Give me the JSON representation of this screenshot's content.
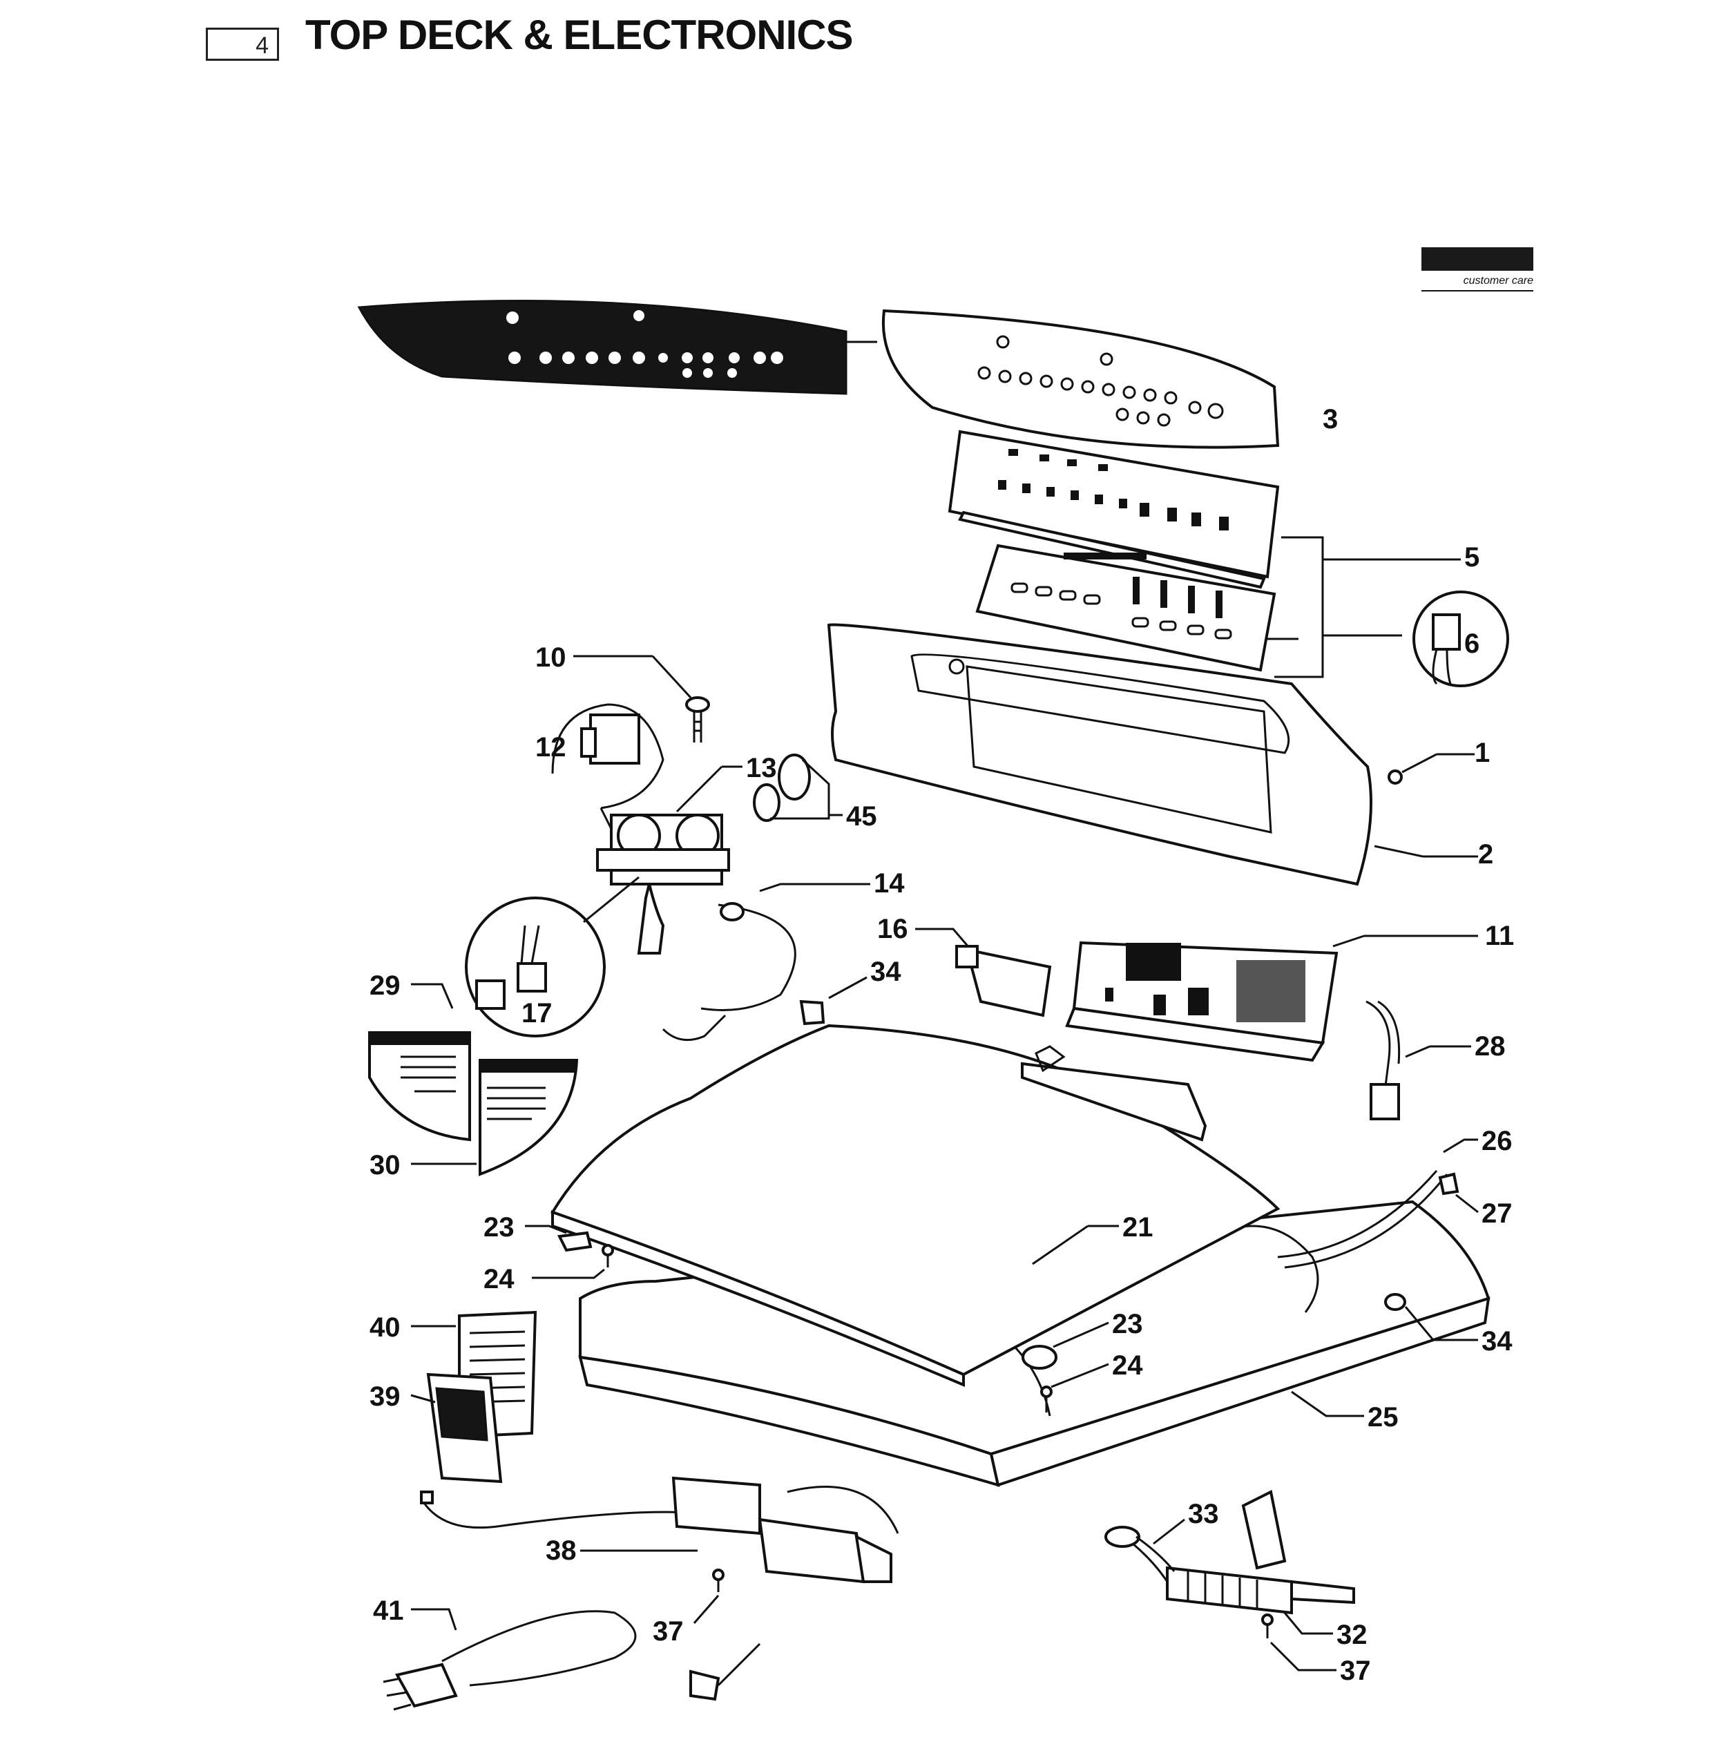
{
  "header": {
    "section_number": "4",
    "title": "TOP DECK & ELECTRONICS"
  },
  "logo": {
    "brand_icon": "frigidaire-logo-icon",
    "text": "customer care"
  },
  "callouts": [
    "1",
    "2",
    "3",
    "5",
    "6",
    "10",
    "11",
    "12",
    "13",
    "14",
    "16",
    "17",
    "21",
    "23",
    "23",
    "24",
    "24",
    "25",
    "26",
    "27",
    "28",
    "29",
    "30",
    "32",
    "33",
    "34",
    "34",
    "37",
    "37",
    "38",
    "39",
    "40",
    "41",
    "45"
  ]
}
